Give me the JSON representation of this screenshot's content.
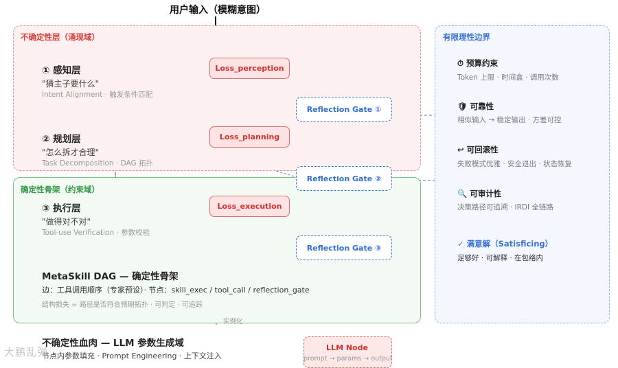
{
  "header": {
    "title": "用户输入（模糊意图）"
  },
  "zones": {
    "uncertain": {
      "title": "不确定性层（涌现域）"
    },
    "certain": {
      "title": "确定性骨架（约束域）"
    },
    "bounded": {
      "title": "有限理性边界"
    }
  },
  "layers": [
    {
      "title": "① 感知层",
      "quote": "\"猜主子要什么\"",
      "sub": "Intent Alignment · 触发条件匹配"
    },
    {
      "title": "② 规划层",
      "quote": "\"怎么拆才合理\"",
      "sub": "Task Decomposition · DAG 拓扑"
    },
    {
      "title": "③ 执行层",
      "quote": "\"做得对不对\"",
      "sub": "Tool-use Verification · 参数校验"
    }
  ],
  "losses": [
    "Loss_perception",
    "Loss_planning",
    "Loss_execution"
  ],
  "gates": [
    "Reflection Gate ①",
    "Reflection Gate ②",
    "Reflection Gate ③"
  ],
  "dag": {
    "title": "MetaSkill DAG — 确定性骨架",
    "desc": "边：工具调用顺序（专家预设）· 节点：skill_exec / tool_call / reflection_gate",
    "note": "结构损失 = 路径是否符合预期拓扑 · 可判定 · 可追踪"
  },
  "instantiate_label": "实例化",
  "bottom": {
    "title": "不确定性血肉 — LLM 参数生成域",
    "sub": "节点内参数填充 · Prompt Engineering · 上下文注入"
  },
  "llm_node": {
    "title": "LLM Node",
    "sub": "prompt → params → output"
  },
  "bounds": [
    {
      "icon": "⏱",
      "icon_name": "stopwatch-icon",
      "title": "预算约束",
      "sub": "Token 上限 · 时间盒 · 调用次数"
    },
    {
      "icon": "🛡",
      "icon_name": "shield-icon",
      "title": "可靠性",
      "sub": "相似输入 → 稳定输出 · 方差可控"
    },
    {
      "icon": "↩",
      "icon_name": "undo-arrow-icon",
      "title": "可回滚性",
      "sub": "失败模式优雅 · 安全退出 · 状态恢复"
    },
    {
      "icon": "🔍",
      "icon_name": "magnifier-icon",
      "title": "可审计性",
      "sub": "决策路径可追溯 · IRDI 全链路"
    }
  ],
  "satisficing": {
    "title": "✓ 满意解（Satisficing）",
    "sub": "足够好 · 可解释 · 在包络内"
  },
  "watermark": "大鹏乱弹",
  "colors": {
    "red": "#e03c3c",
    "green": "#2e9a46",
    "blue": "#3a72d8"
  }
}
